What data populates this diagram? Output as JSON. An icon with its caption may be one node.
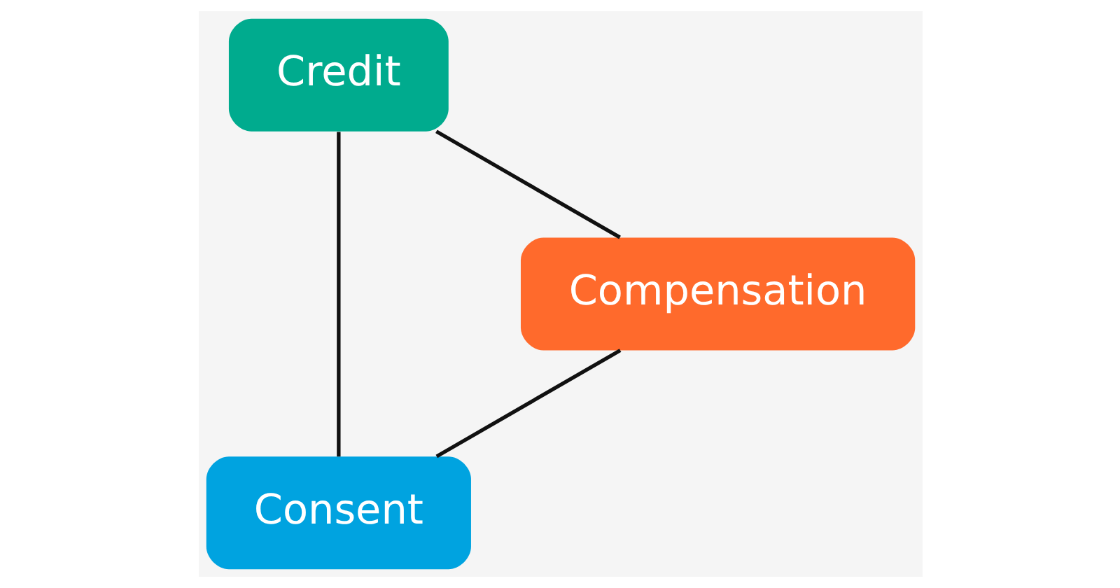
{
  "diagram": {
    "nodes": [
      {
        "text": [
          "Consent"
        ]
      },
      {
        "text": [
          "Credit"
        ]
      },
      {
        "text": [
          "Compensation"
        ]
      }
    ],
    "edges": [
      {
        "from": 0,
        "to": 1,
        "arrow": "none"
      },
      {
        "from": 1,
        "to": 2,
        "arrow": "none"
      },
      {
        "from": 2,
        "to": 0,
        "arrow": "none"
      }
    ]
  }
}
